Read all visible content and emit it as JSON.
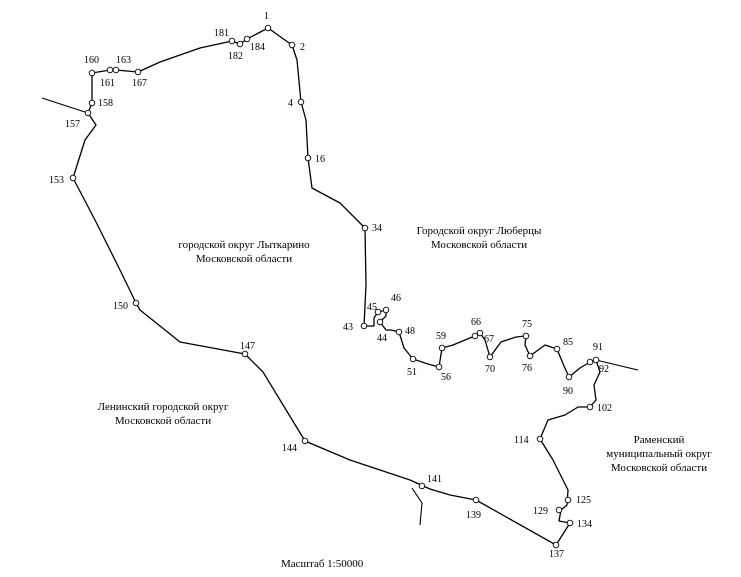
{
  "points": [
    {
      "id": "1",
      "label": "1"
    },
    {
      "id": "2",
      "label": "2"
    },
    {
      "id": "4",
      "label": "4"
    },
    {
      "id": "16",
      "label": "16"
    },
    {
      "id": "34",
      "label": "34"
    },
    {
      "id": "43",
      "label": "43"
    },
    {
      "id": "44",
      "label": "44"
    },
    {
      "id": "45",
      "label": "45"
    },
    {
      "id": "46",
      "label": "46"
    },
    {
      "id": "48",
      "label": "48"
    },
    {
      "id": "51",
      "label": "51"
    },
    {
      "id": "56",
      "label": "56"
    },
    {
      "id": "59",
      "label": "59"
    },
    {
      "id": "66",
      "label": "66"
    },
    {
      "id": "67",
      "label": "67"
    },
    {
      "id": "70",
      "label": "70"
    },
    {
      "id": "75",
      "label": "75"
    },
    {
      "id": "76",
      "label": "76"
    },
    {
      "id": "85",
      "label": "85"
    },
    {
      "id": "90",
      "label": "90"
    },
    {
      "id": "91",
      "label": "91"
    },
    {
      "id": "92",
      "label": "92"
    },
    {
      "id": "102",
      "label": "102"
    },
    {
      "id": "114",
      "label": "114"
    },
    {
      "id": "125",
      "label": "125"
    },
    {
      "id": "129",
      "label": "129"
    },
    {
      "id": "134",
      "label": "134"
    },
    {
      "id": "137",
      "label": "137"
    },
    {
      "id": "139",
      "label": "139"
    },
    {
      "id": "141",
      "label": "141"
    },
    {
      "id": "144",
      "label": "144"
    },
    {
      "id": "147",
      "label": "147"
    },
    {
      "id": "150",
      "label": "150"
    },
    {
      "id": "153",
      "label": "153"
    },
    {
      "id": "157",
      "label": "157"
    },
    {
      "id": "158",
      "label": "158"
    },
    {
      "id": "160",
      "label": "160"
    },
    {
      "id": "161",
      "label": "161"
    },
    {
      "id": "163",
      "label": "163"
    },
    {
      "id": "167",
      "label": "167"
    },
    {
      "id": "181",
      "label": "181"
    },
    {
      "id": "182",
      "label": "182"
    },
    {
      "id": "184",
      "label": "184"
    }
  ],
  "regions": {
    "lytkarino": {
      "line1": "городской округ Лыткарино",
      "line2": "Московской области"
    },
    "lyubertsy": {
      "line1": "Городской округ Люберцы",
      "line2": "Московской области"
    },
    "leninsky": {
      "line1": "Ленинский городской округ",
      "line2": "Московской области"
    },
    "ramensky": {
      "line1": "Раменский",
      "line2": "муниципальный округ",
      "line3": "Московской области"
    }
  },
  "scale": "Масштаб 1:50000"
}
